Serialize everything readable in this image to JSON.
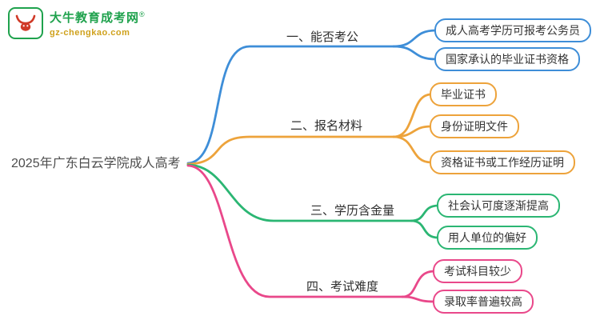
{
  "logo": {
    "site_name": "大牛教育成考网",
    "trademark": "®",
    "domain": "gz-chengkao.com",
    "brand_green": "#1fa24d",
    "bull_red": "#d03a28",
    "domain_gold": "#cfa11c"
  },
  "root": {
    "label": "2025年广东白云学院成人高考"
  },
  "branches": [
    {
      "label": "一、能否考公",
      "color": "#3e8ed8",
      "children": [
        "成人高考学历可报考公务员",
        "国家承认的毕业证书资格"
      ]
    },
    {
      "label": "二、报名材料",
      "color": "#eda33b",
      "children": [
        "毕业证书",
        "身份证明文件",
        "资格证书或工作经历证明"
      ]
    },
    {
      "label": "三、学历含金量",
      "color": "#2bb673",
      "children": [
        "社会认可度逐渐提高",
        "用人单位的偏好"
      ]
    },
    {
      "label": "四、考试难度",
      "color": "#e9488a",
      "children": [
        "考试科目较少",
        "录取率普遍较高"
      ]
    }
  ]
}
